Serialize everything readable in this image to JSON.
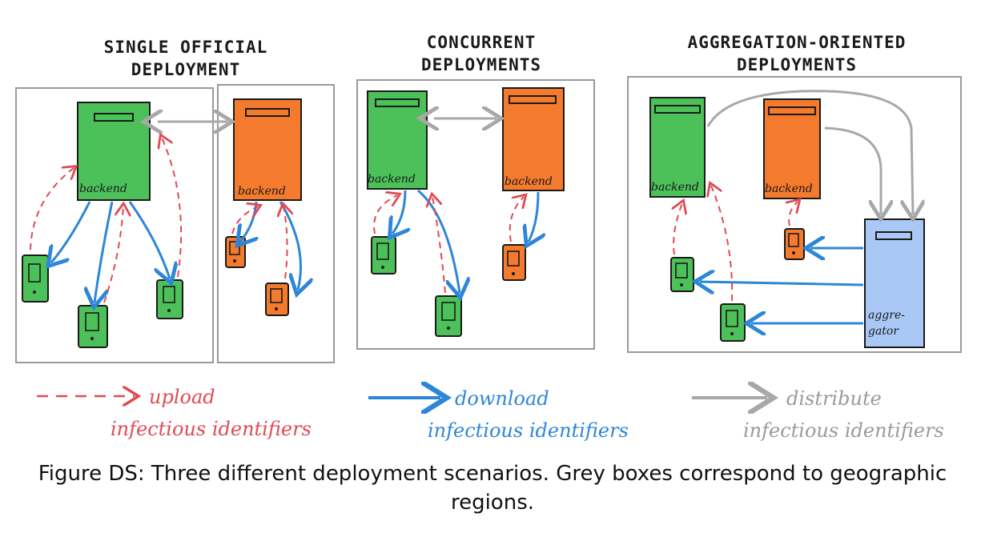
{
  "scenarios": [
    {
      "title_line1": "SINGLE OFFICIAL",
      "title_line2": "DEPLOYMENT"
    },
    {
      "title_line1": "CONCURRENT",
      "title_line2": "DEPLOYMENTS"
    },
    {
      "title_line1": "AGGREGATION-ORIENTED",
      "title_line2": "DEPLOYMENTS"
    }
  ],
  "backend_label": "backend",
  "aggregator_label_line1": "aggre-",
  "aggregator_label_line2": "gator",
  "legend": [
    {
      "line1": "upload",
      "line2": "infectious identifiers",
      "color": "#e04a55"
    },
    {
      "line1": "download",
      "line2": "infectious identifiers",
      "color": "#2d86d8"
    },
    {
      "line1": "distribute",
      "line2": "infectious identifiers",
      "color": "#9a9a9a"
    }
  ],
  "colors": {
    "green": "#4cc15a",
    "orange": "#f47a2e",
    "blue_box": "#a9c8f5",
    "upload": "#e04a55",
    "download": "#2d86d8",
    "distribute": "#a8a8a8",
    "region_border": "#9a9a9a"
  },
  "caption": "Figure DS: Three different deployment scenarios. Grey boxes correspond to geographic regions."
}
